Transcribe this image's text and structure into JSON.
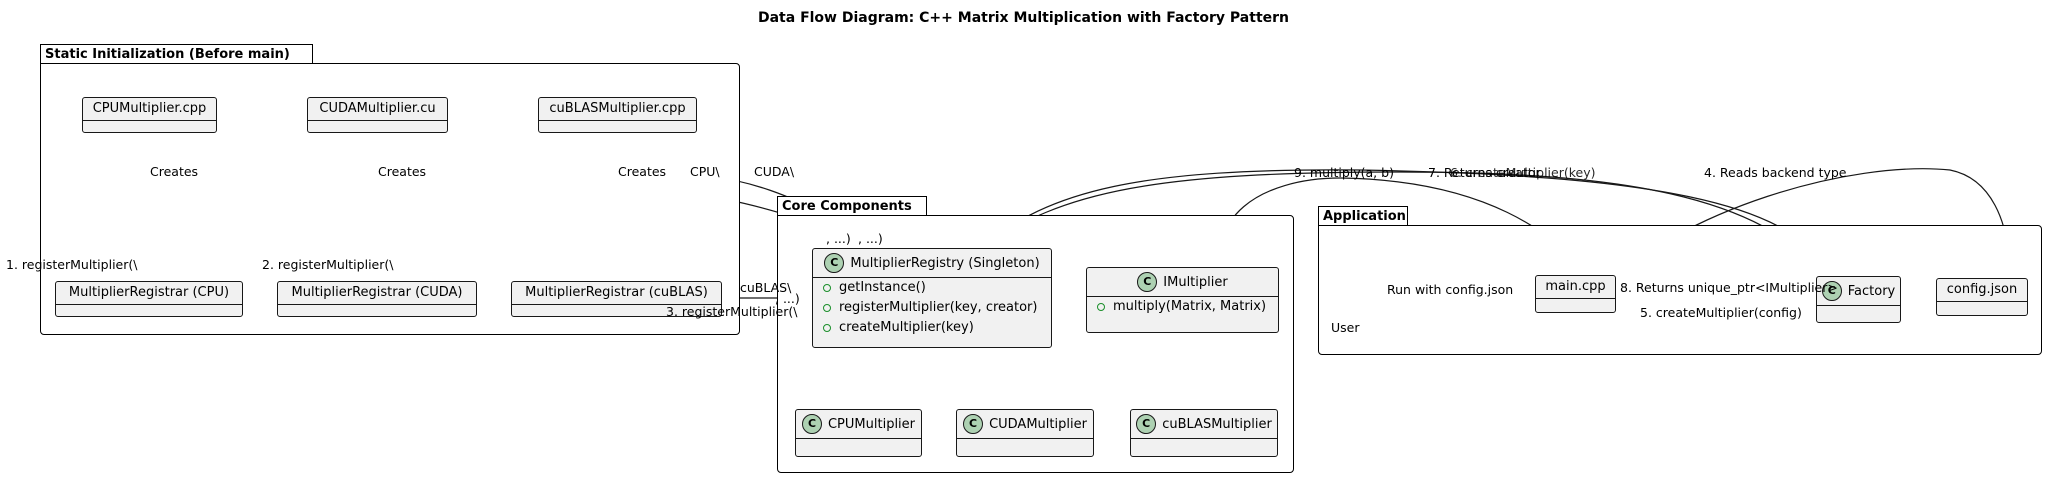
{
  "title": "Data Flow Diagram: C++ Matrix Multiplication with Factory Pattern",
  "packages": {
    "static_init": "Static Initialization (Before main)",
    "core": "Core Components",
    "application": "Application"
  },
  "static_nodes": {
    "cpu_src": "CPUMultiplier.cpp",
    "cuda_src": "CUDAMultiplier.cu",
    "cublas_src": "cuBLASMultiplier.cpp",
    "cpu_reg": "MultiplierRegistrar (CPU)",
    "cuda_reg": "MultiplierRegistrar (CUDA)",
    "cublas_reg": "MultiplierRegistrar (cuBLAS)"
  },
  "core": {
    "registry": {
      "name": "MultiplierRegistry (Singleton)",
      "methods": [
        "getInstance()",
        "registerMultiplier(key, creator)",
        "createMultiplier(key)"
      ]
    },
    "imultiplier": {
      "name": "IMultiplier",
      "methods": [
        "multiply(Matrix, Matrix)"
      ]
    },
    "cpu_mult": "CPUMultiplier",
    "cuda_mult": "CUDAMultiplier",
    "cublas_mult": "cuBLASMultiplier",
    "class_glyph": "C"
  },
  "app": {
    "user": "User",
    "main": "main.cpp",
    "factory": "Factory",
    "config": "config.json"
  },
  "edge_labels": {
    "creates_cpu": "Creates",
    "creates_cuda": "Creates",
    "creates_cublas": "Creates",
    "reg1": "1. registerMultiplier(\\",
    "reg2": "2. registerMultiplier(\\",
    "reg3": "3. registerMultiplier(\\",
    "cpu_tag": "CPU\\",
    "cuda_tag": "CUDA\\",
    "cublas_tag": "cuBLAS\\",
    "cont1": ", ...)",
    "cont2": ", ...)",
    "cont3": ", ...)",
    "run": "Run with config.json",
    "reads": "4. Reads backend type",
    "create_mult": "5. createMultiplier(config)",
    "returns": "8. Returns unique_ptr<IMultiplier>",
    "multiply": "9. multiply(a, b)",
    "seven_six": "7. Returns creator",
    "six": "6. createMultiplier(key)"
  }
}
